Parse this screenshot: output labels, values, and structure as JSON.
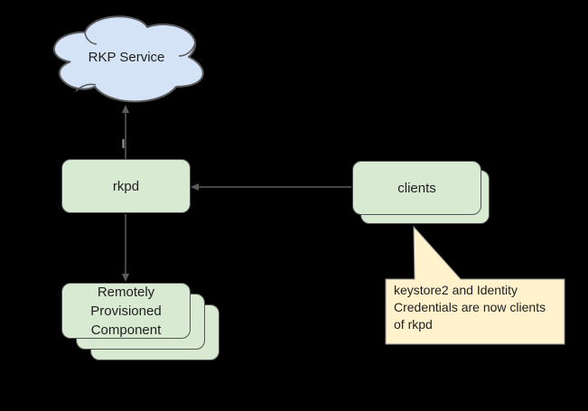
{
  "diagram": {
    "background_color": "#000000",
    "text_color": "#1f1f1f",
    "connector_color": "#5b5b5b",
    "nodes": {
      "rkp_service": {
        "label": "RKP Service",
        "shape": "cloud",
        "fill": "#d4e3f5",
        "border_color": "#58595b"
      },
      "rkpd": {
        "label": "rkpd",
        "shape": "rounded-rect",
        "fill": "#d9ead3",
        "border_color": "#545454"
      },
      "clients": {
        "label": "clients",
        "shape": "stacked-rounded-rect",
        "stack_count": 2,
        "fill": "#d9ead3",
        "border_color": "#545454"
      },
      "remotely_provisioned_component": {
        "label": "Remotely Provisioned Component",
        "shape": "stacked-rounded-rect",
        "stack_count": 3,
        "fill": "#d9ead3",
        "border_color": "#545454"
      }
    },
    "connectors": [
      {
        "from": "rkpd",
        "to": "rkp_service",
        "arrowhead": "up"
      },
      {
        "from": "clients",
        "to": "rkpd",
        "arrowhead": "left"
      },
      {
        "from": "rkpd",
        "to": "remotely_provisioned_component",
        "arrowhead": "down"
      }
    ],
    "callout": {
      "text": "keystore2 and Identity Credentials are now clients of rkpd",
      "fill": "#fff2cc",
      "border_color": "#8f8f8f",
      "points_to": "clients"
    }
  }
}
